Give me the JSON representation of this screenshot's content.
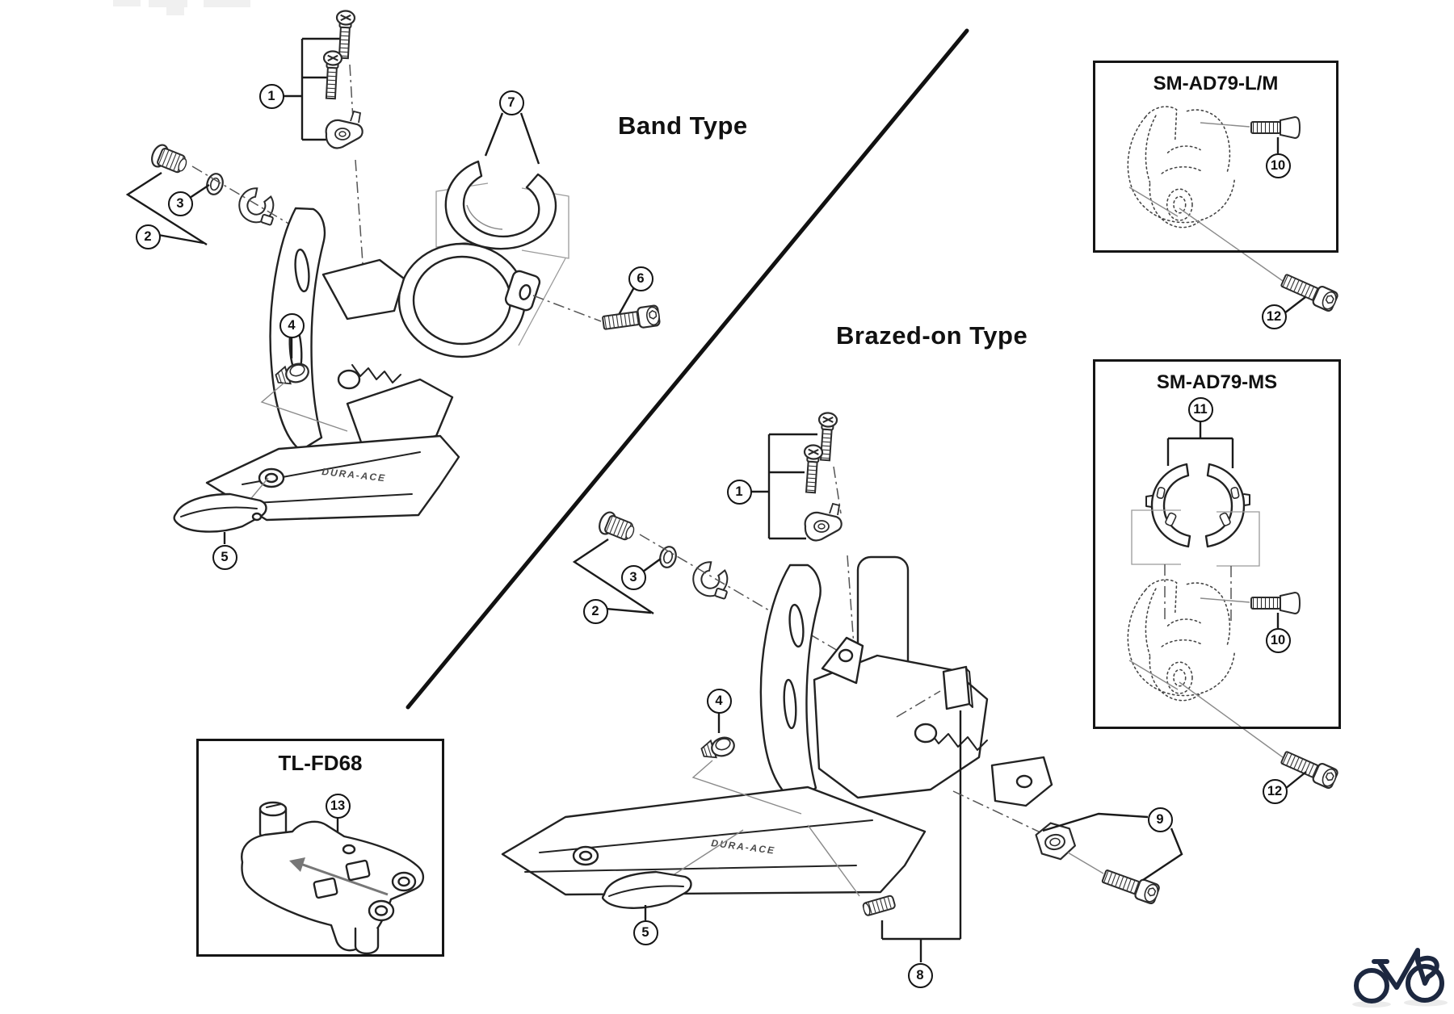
{
  "sections": {
    "band": {
      "label": "Band Type"
    },
    "brazed": {
      "label": "Brazed-on Type"
    }
  },
  "boxes": {
    "sm_ad79_lm": {
      "title": "SM-AD79-L/M"
    },
    "sm_ad79_ms": {
      "title": "SM-AD79-MS"
    },
    "tl_fd68": {
      "title": "TL-FD68"
    }
  },
  "callout_labels": {
    "n1": "1",
    "n2": "2",
    "n3": "3",
    "n4": "4",
    "n5": "5",
    "n6": "6",
    "n7": "7",
    "n8": "8",
    "n9": "9",
    "n10": "10",
    "n11": "11",
    "n12": "12",
    "n13": "13"
  },
  "cage_logo": "DURA-ACE",
  "icons": {
    "bottom_right": "bicycle-logo"
  },
  "colors": {
    "ink": "#222222",
    "leader": "#8a8a8a",
    "logo": "#1d2840",
    "background": "#ffffff"
  }
}
